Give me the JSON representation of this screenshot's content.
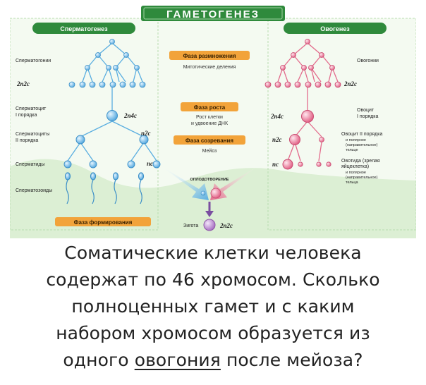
{
  "poster": {
    "title": "ГАМЕТОГЕНЕЗ",
    "left": {
      "heading": "Сперматогенез",
      "labels": {
        "spermatogonia": "Сперматогонии",
        "ploidy_2n2c": "2n2c",
        "spermatocyte1_line1": "Сперматоцит",
        "spermatocyte1_line2": "I порядка",
        "ploidy_2n4c": "2n4c",
        "spermatocyte2_line1": "Сперматоциты",
        "spermatocyte2_line2": "II порядка",
        "ploidy_n2c": "n2c",
        "spermatids": "Сперматиды",
        "ploidy_nc": "nc",
        "spermatozoa": "Сперматозоиды"
      }
    },
    "right": {
      "heading": "Овогенез",
      "labels": {
        "oogonia": "Овогонии",
        "ploidy_2n2c": "2n2c",
        "ploidy_2n4c": "2n4c",
        "oocyte1_line1": "Овоцит",
        "oocyte1_line2": "I порядка",
        "ploidy_n2c": "n2c",
        "oocyte2_line1": "Овоцит II порядка",
        "oocyte2_line2": "и полярное",
        "oocyte2_line3": "(направительное)",
        "oocyte2_line4": "тельце",
        "ploidy_nc": "nc",
        "ootid_line1": "Овотида (зрелая",
        "ootid_line2": "яйцеклетка)",
        "ootid_line3": "и полярное",
        "ootid_line4": "(направительное)",
        "ootid_line5": "тельца"
      }
    },
    "phases": {
      "reproduction": "Фаза размножения",
      "reproduction_sub": "Митотические деления",
      "growth": "Фаза роста",
      "growth_sub1": "Рост клетки",
      "growth_sub2": "и удвоение ДНК",
      "maturation": "Фаза созревания",
      "maturation_sub": "Мейоз",
      "formation": "Фаза формирования"
    },
    "fertilization": "ОПЛОДОТВОРЕНИЕ",
    "zygote": "Зигота",
    "zygote_ploidy": "2n2c",
    "colors": {
      "green_header": "#2f8a3c",
      "green_panel": "#dff0d8",
      "phase_orange": "#f2a33a",
      "male_blue": "#5aaee0",
      "female_pink": "#e36b8c",
      "zygote_purple": "#b27cc9"
    }
  },
  "question": {
    "line1": "Соматические клетки человека",
    "line2": "содержат по 46 хромосом. Сколько",
    "line3": "полноценных гамет и с каким",
    "line4a": "набором хромосом образуется из",
    "line5a": "одного",
    "line5_underlined": "овогония",
    "line5b": "после мейоза?"
  }
}
